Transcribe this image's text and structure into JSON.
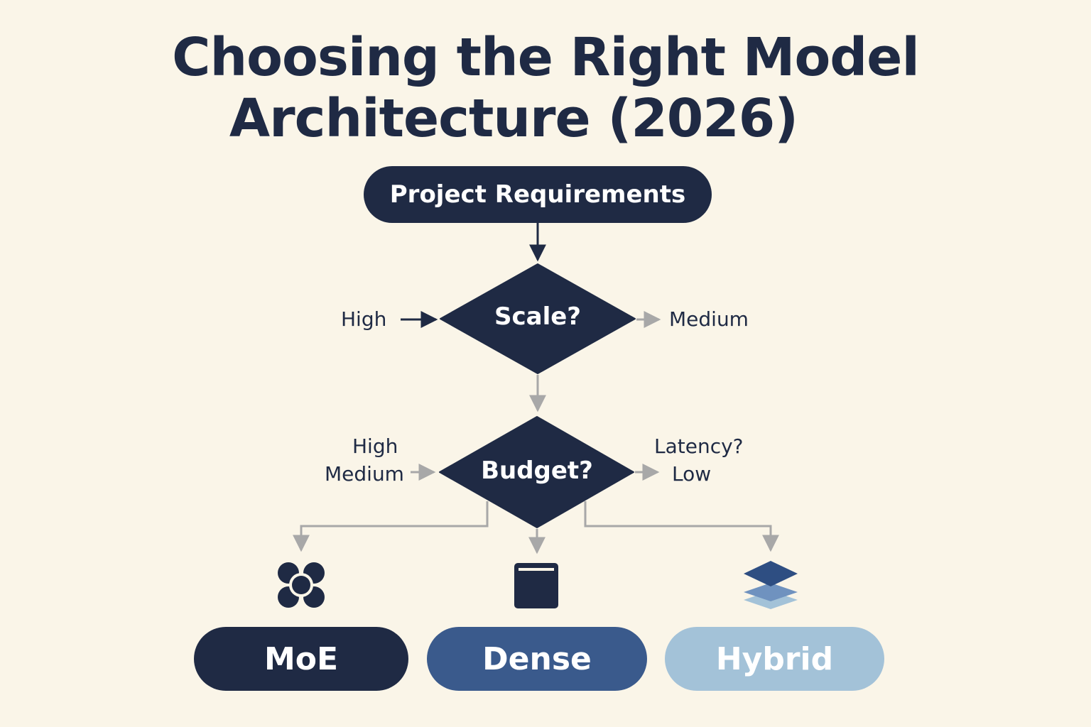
{
  "title": {
    "line1": "Choosing the Right Model",
    "line2": "Architecture (2026)"
  },
  "start": {
    "label": "Project Requirements"
  },
  "decisions": [
    {
      "label": "Scale?",
      "left_label": "High",
      "right_label": "Medium"
    },
    {
      "label": "Budget?",
      "left_label_line1": "High",
      "left_label_line2": "Medium",
      "right_label_line1": "Latency?",
      "right_label_line2": "Low"
    }
  ],
  "outcomes": [
    {
      "label": "MoE",
      "color": "#1f2a44",
      "icon": "moe-cluster-icon"
    },
    {
      "label": "Dense",
      "color": "#3a5a8c",
      "icon": "dense-block-icon"
    },
    {
      "label": "Hybrid",
      "color": "#a3c2d8",
      "icon": "hybrid-layers-icon"
    }
  ],
  "colors": {
    "background": "#faf5e8",
    "navy": "#1f2a44",
    "connector_dark": "#1f2a44",
    "connector_light": "#a8a8a8"
  }
}
